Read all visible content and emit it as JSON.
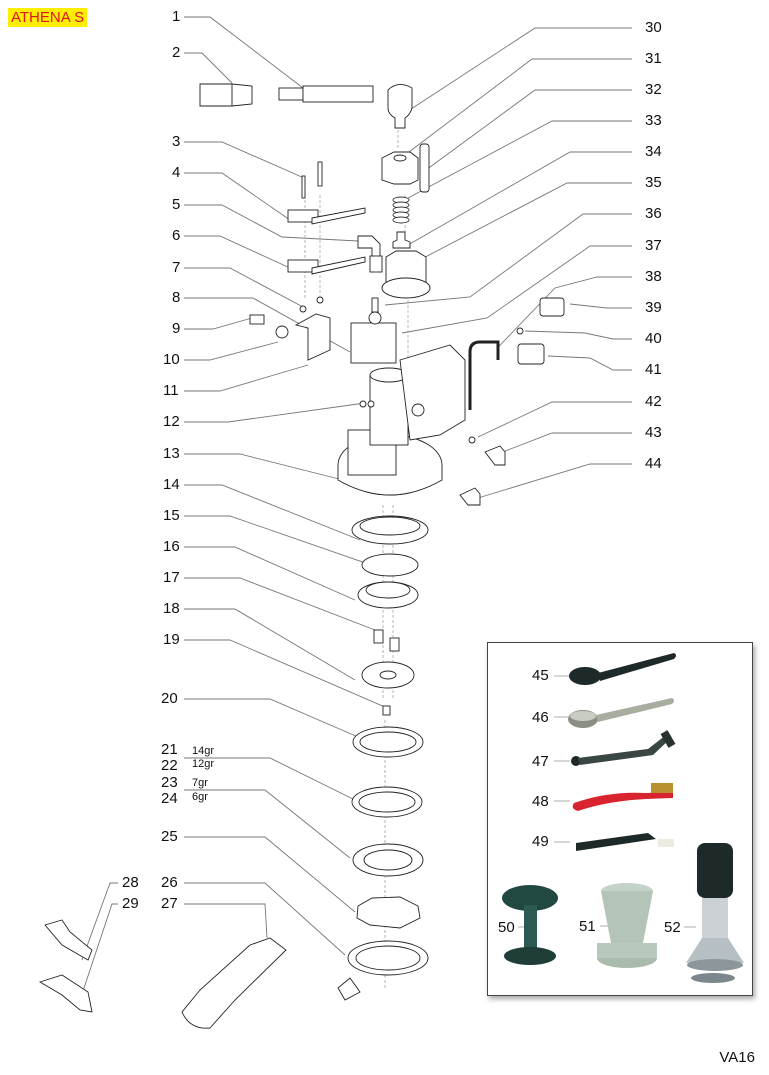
{
  "title_badge": "ATHENA S",
  "drawing_code": "VA16",
  "colors": {
    "badge_bg": "#ffee00",
    "badge_text": "#e0141c",
    "leader": "#666666",
    "tool_red": "#d9232e",
    "tool_dark": "#1e2a2a"
  },
  "left_labels": [
    {
      "n": "1"
    },
    {
      "n": "2"
    },
    {
      "n": "3"
    },
    {
      "n": "4"
    },
    {
      "n": "5"
    },
    {
      "n": "6"
    },
    {
      "n": "7"
    },
    {
      "n": "8"
    },
    {
      "n": "9"
    },
    {
      "n": "10"
    },
    {
      "n": "11"
    },
    {
      "n": "12"
    },
    {
      "n": "13"
    },
    {
      "n": "14"
    },
    {
      "n": "15"
    },
    {
      "n": "16"
    },
    {
      "n": "17"
    },
    {
      "n": "18"
    },
    {
      "n": "19"
    },
    {
      "n": "20"
    },
    {
      "n": "21",
      "sub": "14gr"
    },
    {
      "n": "22",
      "sub": "12gr"
    },
    {
      "n": "23",
      "sub": "7gr"
    },
    {
      "n": "24",
      "sub": "6gr"
    },
    {
      "n": "25"
    },
    {
      "n": "26"
    },
    {
      "n": "27"
    },
    {
      "n": "28"
    },
    {
      "n": "29"
    }
  ],
  "right_labels": [
    {
      "n": "30"
    },
    {
      "n": "31"
    },
    {
      "n": "32"
    },
    {
      "n": "33"
    },
    {
      "n": "34"
    },
    {
      "n": "35"
    },
    {
      "n": "36"
    },
    {
      "n": "37"
    },
    {
      "n": "38"
    },
    {
      "n": "39"
    },
    {
      "n": "40"
    },
    {
      "n": "41"
    },
    {
      "n": "42"
    },
    {
      "n": "43"
    },
    {
      "n": "44"
    }
  ],
  "accessory_labels": [
    {
      "n": "45",
      "item": "dark-coffee-scoop"
    },
    {
      "n": "46",
      "item": "steel-coffee-scoop"
    },
    {
      "n": "47",
      "item": "group-cleaning-tool"
    },
    {
      "n": "48",
      "item": "red-brass-brush"
    },
    {
      "n": "49",
      "item": "black-group-brush"
    },
    {
      "n": "50",
      "item": "double-tamper"
    },
    {
      "n": "51",
      "item": "aluminium-tamper"
    },
    {
      "n": "52",
      "item": "calibrated-tamper"
    }
  ]
}
